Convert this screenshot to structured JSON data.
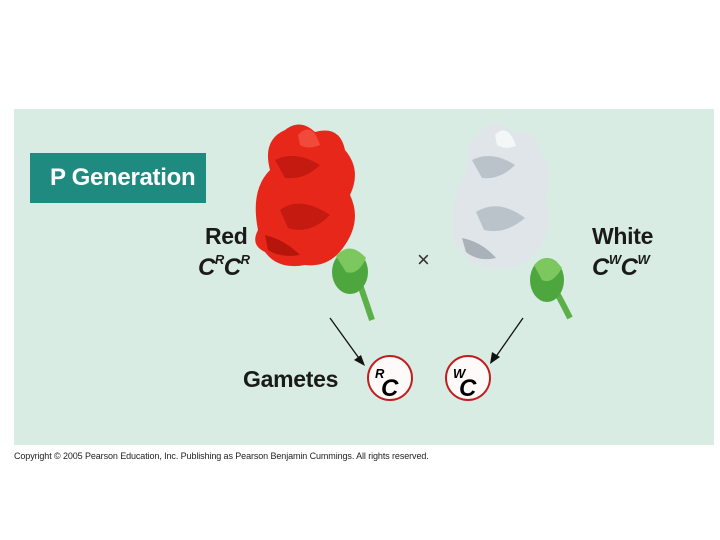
{
  "header": {
    "title": "P Generation"
  },
  "parents": {
    "red": {
      "phenotype": "Red",
      "genotype_letter": "C",
      "allele": "R",
      "color": "#e8271b"
    },
    "white": {
      "phenotype": "White",
      "genotype_letter": "C",
      "allele": "W",
      "color": "#dfe5e8"
    }
  },
  "cross_symbol": "×",
  "gametes": {
    "label": "Gametes",
    "items": [
      {
        "letter": "C",
        "allele": "R"
      },
      {
        "letter": "C",
        "allele": "W"
      }
    ],
    "border_color": "#c01e1e"
  },
  "footer": {
    "copyright": "Copyright © 2005 Pearson Education, Inc. Publishing as Pearson Benjamin Cummings. All rights reserved."
  },
  "colors": {
    "panel": "#d8ece3",
    "title_bg": "#1f8a80",
    "stem": "#5cb04a"
  }
}
